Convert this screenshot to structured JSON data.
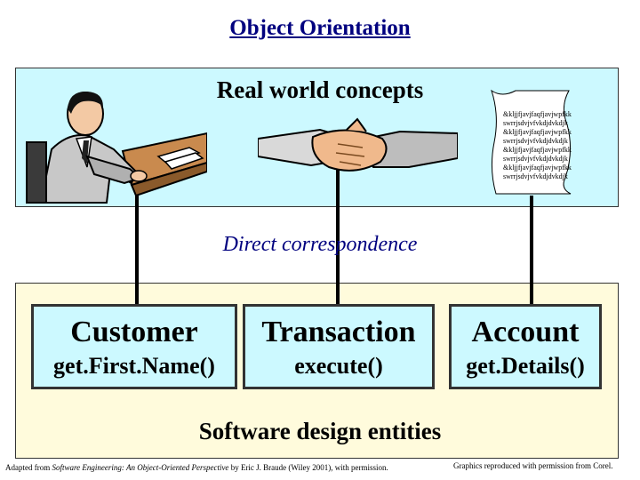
{
  "title": "Object Orientation",
  "top_panel": {
    "heading": "Real world concepts",
    "document_lines": [
      "&kljjfjavjfaqfjavjwpfkk",
      "swrrjsdvjvfvkdjdvkdjk",
      "&kljjfjavjfaqfjavjwpfkk",
      "swrrjsdvjvfvkdjdvkdjk",
      "&kljjfjavjfaqfjavjwpfkk",
      "swrrjsdvjvfvkdjdvkdjk",
      "&kljjfjavjfaqfjavjwpfkk",
      "swrrjsdvjvfvkdjdvkdjk"
    ]
  },
  "middle_label": "Direct correspondence",
  "entities": [
    {
      "name": "Customer",
      "method": "get.First.Name()"
    },
    {
      "name": "Transaction",
      "method": "execute()"
    },
    {
      "name": "Account",
      "method": "get.Details()"
    }
  ],
  "bottom_panel": {
    "heading": "Software design entities"
  },
  "credits": {
    "left_prefix": "Adapted from ",
    "left_book": "Software Engineering: An Object-Oriented Perspective",
    "left_suffix": " by Eric J. Braude (Wiley 2001), with permission.",
    "right": "Graphics reproduced with permission from Corel."
  },
  "colors": {
    "title": "#00007f",
    "top_panel": "#ccf9ff",
    "bottom_panel": "#fffbdc",
    "entity_box": "#ccf9ff"
  }
}
